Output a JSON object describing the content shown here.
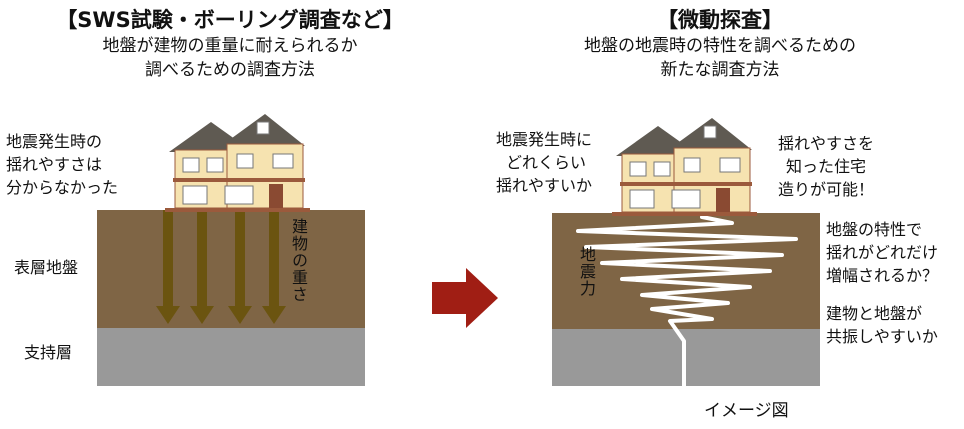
{
  "left": {
    "title": "【SWS試験・ボーリング調査など】",
    "subtitle_lines": [
      "地盤が建物の重量に耐えられるか",
      "調べるための調査方法"
    ],
    "label_quake": [
      "地震発生時の",
      "揺れやすさは",
      "分からなかった"
    ],
    "label_surface": "表層地盤",
    "label_support": "支持層",
    "label_weight": "建物の重さ"
  },
  "right": {
    "title": "【微動探査】",
    "subtitle_lines": [
      "地盤の地震時の特性を調べるための",
      "新たな調査方法"
    ],
    "label_quake": [
      "地震発生時に",
      "どれくらい",
      "揺れやすいか"
    ],
    "label_knowing": [
      "揺れやすさを",
      "知った住宅",
      "造りが可能！"
    ],
    "label_amplify": [
      "地盤の特性で",
      "揺れがどれだけ",
      "増幅されるか？"
    ],
    "label_resonance": [
      "建物と地盤が",
      "共振しやすいか"
    ],
    "label_force": "地震力"
  },
  "caption": "イメージ図",
  "colors": {
    "surface_soil": "#7f6545",
    "support_layer": "#999999",
    "arrow_down": "#6b5410",
    "arrow_right": "#a01e14",
    "wall": "#f6e3b0",
    "roof": "#5f5a52",
    "trim": "#9b5a3c"
  }
}
